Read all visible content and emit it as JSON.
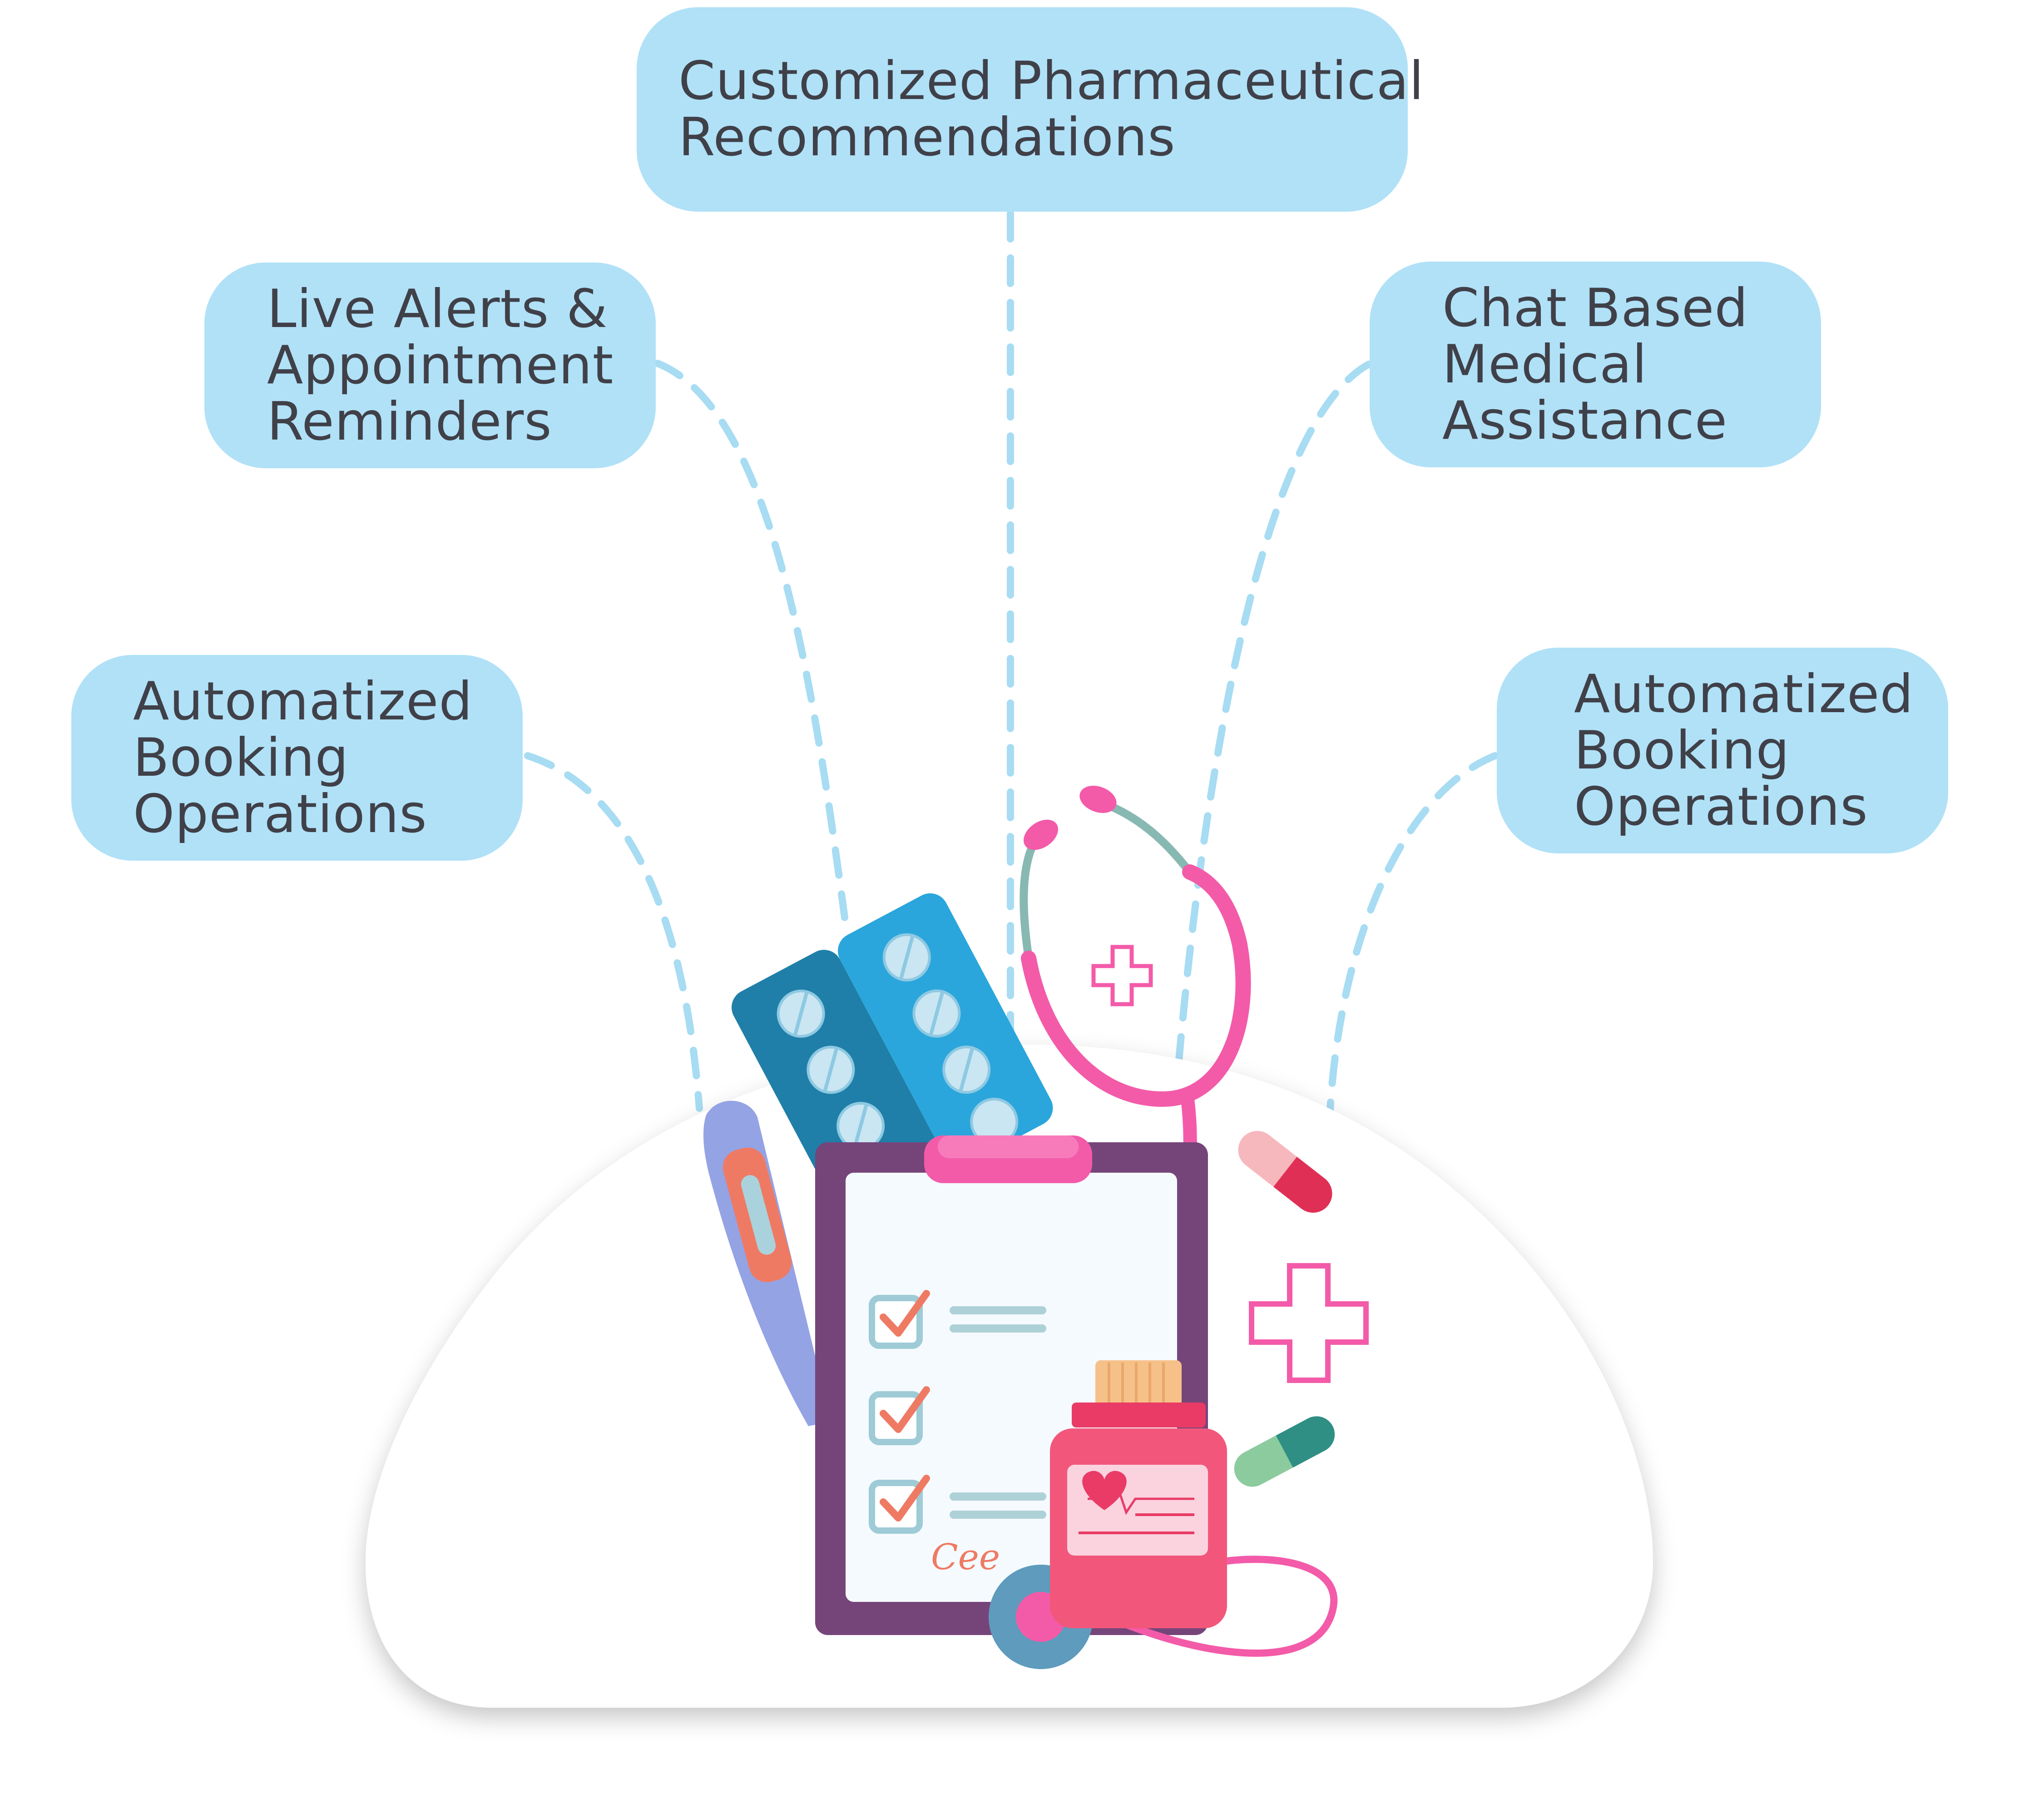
{
  "features": {
    "pharma": [
      "Customized Pharmaceutical",
      "Recommendations"
    ],
    "alerts": [
      "Live Alerts &",
      "Appointment",
      "Reminders"
    ],
    "chat": [
      "Chat Based",
      "Medical",
      "Assistance"
    ],
    "booking_left": [
      "Automatized",
      "Booking",
      "Operations"
    ],
    "booking_right": [
      "Automatized",
      "Booking",
      "Operations"
    ]
  },
  "clipboard": {
    "signature": "Cee"
  },
  "icons": [
    "stethoscope-icon",
    "pill-blister-icon",
    "thermometer-icon",
    "clipboard-icon",
    "medicine-bottle-icon",
    "capsule-icon",
    "medical-cross-icon",
    "heart-icon",
    "checkbox-icon"
  ],
  "colors": {
    "bubble": "#b0e1f7",
    "text": "#404049",
    "connector": "#a7dcf3",
    "pink": "#f35ba9",
    "clipboard_frame": "#75457a",
    "bottle": "#f2577b",
    "blister_dark": "#1f7fa8",
    "blister_light": "#2aa6dc"
  }
}
